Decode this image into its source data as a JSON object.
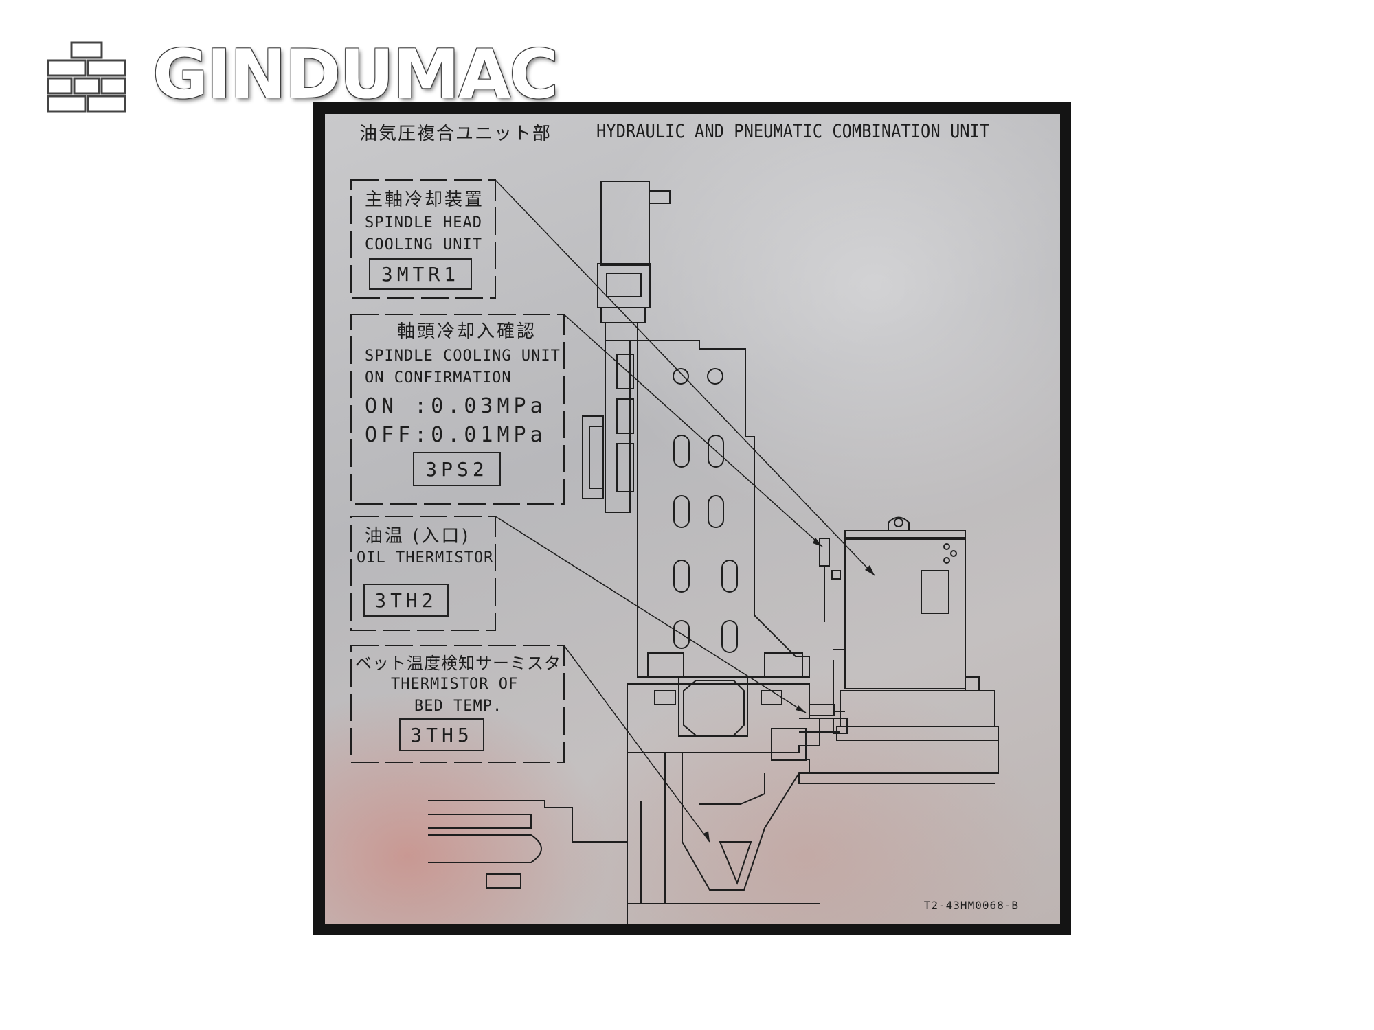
{
  "logo": {
    "text": "GINDUMAC",
    "icon": "gindumac-logo-icon"
  },
  "plate": {
    "title_jp": "油気圧複合ユニット部",
    "title_en": "HYDRAULIC AND PNEUMATIC COMBINATION UNIT",
    "doc_number": "T2-43HM0068-B",
    "callouts": [
      {
        "jp": "主軸冷却装置",
        "lines": [
          "SPINDLE HEAD",
          "COOLING UNIT"
        ],
        "code": "3MTR1"
      },
      {
        "jp": "軸頭冷却入確認",
        "lines": [
          "SPINDLE COOLING UNIT",
          "ON CONFIRMATION"
        ],
        "values": [
          "ON :0.03MPa",
          "OFF:0.01MPa"
        ],
        "code": "3PS2"
      },
      {
        "jp": "油温 (入口)",
        "lines": [
          "OIL THERMISTOR"
        ],
        "code": "3TH2"
      },
      {
        "jp": "ベット温度検知サーミスタ",
        "lines": [
          "THERMISTOR OF",
          "BED TEMP."
        ],
        "code": "3TH5"
      }
    ]
  }
}
